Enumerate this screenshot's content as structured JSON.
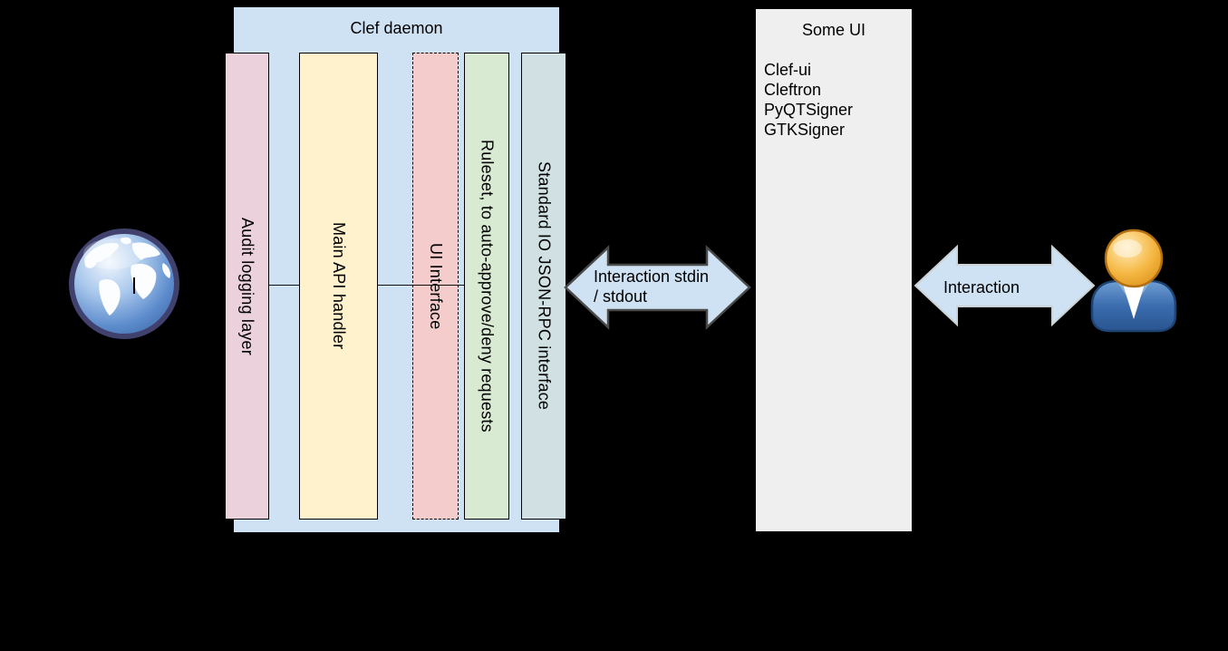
{
  "clef_daemon": {
    "title": "Clef daemon",
    "fill": "#cfe2f3",
    "bars": [
      {
        "label": "Audit logging layer",
        "fill": "#ead1dc",
        "border": "solid"
      },
      {
        "label": "Main API handler",
        "fill": "#fff2cc",
        "border": "solid"
      },
      {
        "label": "UI Interface",
        "fill": "#f4cccc",
        "border": "dashed"
      },
      {
        "label": "Ruleset, to auto-approve/deny requests",
        "fill": "#d9ead3",
        "border": "solid"
      },
      {
        "label": "Standard IO JSON-RPC interface",
        "fill": "#d0e0e3",
        "border": "solid"
      }
    ]
  },
  "some_ui": {
    "title": "Some UI",
    "fill": "#efefef",
    "items": [
      "Clef-ui",
      "Cleftron",
      "PyQTSigner",
      "GTKSigner"
    ]
  },
  "arrows": {
    "left": {
      "label_line1": "Interaction stdin",
      "label_line2": "/ stdout",
      "fill": "#cfe2f3",
      "stroke": "#4a4a4a"
    },
    "right": {
      "label": "Interaction",
      "fill": "#cfe2f3",
      "stroke": "#ccd2d4"
    }
  },
  "icons": {
    "globe": "globe-icon",
    "user": "user-icon"
  },
  "colors": {
    "background": "#000000",
    "text": "#000000"
  }
}
